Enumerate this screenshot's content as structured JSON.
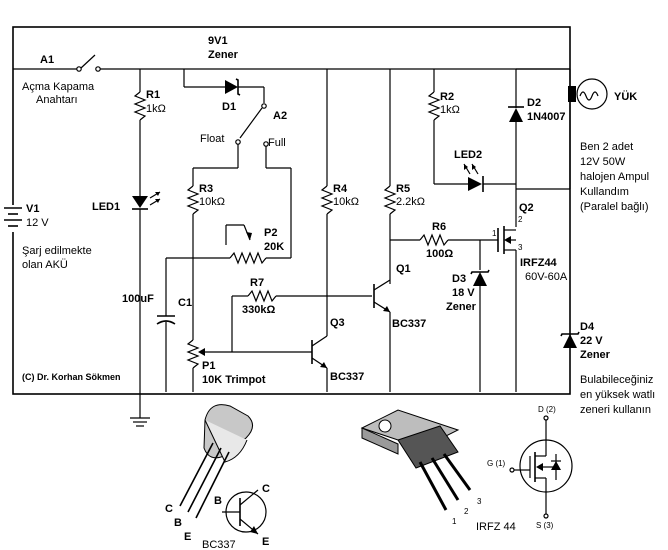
{
  "labels": {
    "a1": "A1",
    "switch_caption_1": "Açma Kapama",
    "switch_caption_2": "Anahtarı",
    "d1_rating": "9V1",
    "d1_type": "Zener",
    "d1": "D1",
    "a2": "A2",
    "float": "Float",
    "full": "Full",
    "r1": "R1",
    "r1_val": "1kΩ",
    "r2": "R2",
    "r2_val": "1kΩ",
    "r3": "R3",
    "r3_val": "10kΩ",
    "r4": "R4",
    "r4_val": "10kΩ",
    "r5": "R5",
    "r5_val": "2.2kΩ",
    "r6": "R6",
    "r6_val": "100Ω",
    "r7": "R7",
    "r7_val": "330kΩ",
    "p2": "P2",
    "p2_val": "20K",
    "p1": "P1",
    "p1_val": "10K Trimpot",
    "c1": "C1",
    "c1_val": "100uF",
    "led1": "LED1",
    "led2": "LED2",
    "v1": "V1",
    "v1_val": "12 V",
    "battery_1": "Şarj edilmekte",
    "battery_2": "olan AKÜ",
    "q1": "Q1",
    "q1_type": "BC337",
    "q3": "Q3",
    "q3_type": "BC337",
    "q2": "Q2",
    "q2_type": "IRFZ44",
    "q2_rating": "60V-60A",
    "d2": "D2",
    "d2_type": "1N4007",
    "d3": "D3",
    "d3_rating": "18 V",
    "d3_type": "Zener",
    "d4": "D4",
    "d4_rating": "22 V",
    "d4_type": "Zener",
    "load": "YÜK",
    "copyright": "(C) Dr. Korhan Sökmen",
    "note_load_1": "Ben 2 adet",
    "note_load_2": "12V 50W",
    "note_load_3": "halojen Ampul",
    "note_load_4": "Kullandım",
    "note_load_5": "(Paralel bağlı)",
    "note_zener_1": "Bulabileceğiniz",
    "note_zener_2": "en yüksek watlı",
    "note_zener_3": "zeneri kullanın",
    "pin_2": "2",
    "pin_1": "1",
    "pin_3": "3",
    "bc337_pkg": "BC337",
    "pkg_c": "C",
    "pkg_b": "B",
    "pkg_e": "E",
    "sym_c": "C",
    "sym_b": "B",
    "sym_e": "E",
    "irfz_pkg": "IRFZ 44",
    "tab_1": "1",
    "tab_2": "2",
    "tab_3": "3",
    "mos_d": "D (2)",
    "mos_g": "G (1)",
    "mos_s": "S (3)"
  }
}
